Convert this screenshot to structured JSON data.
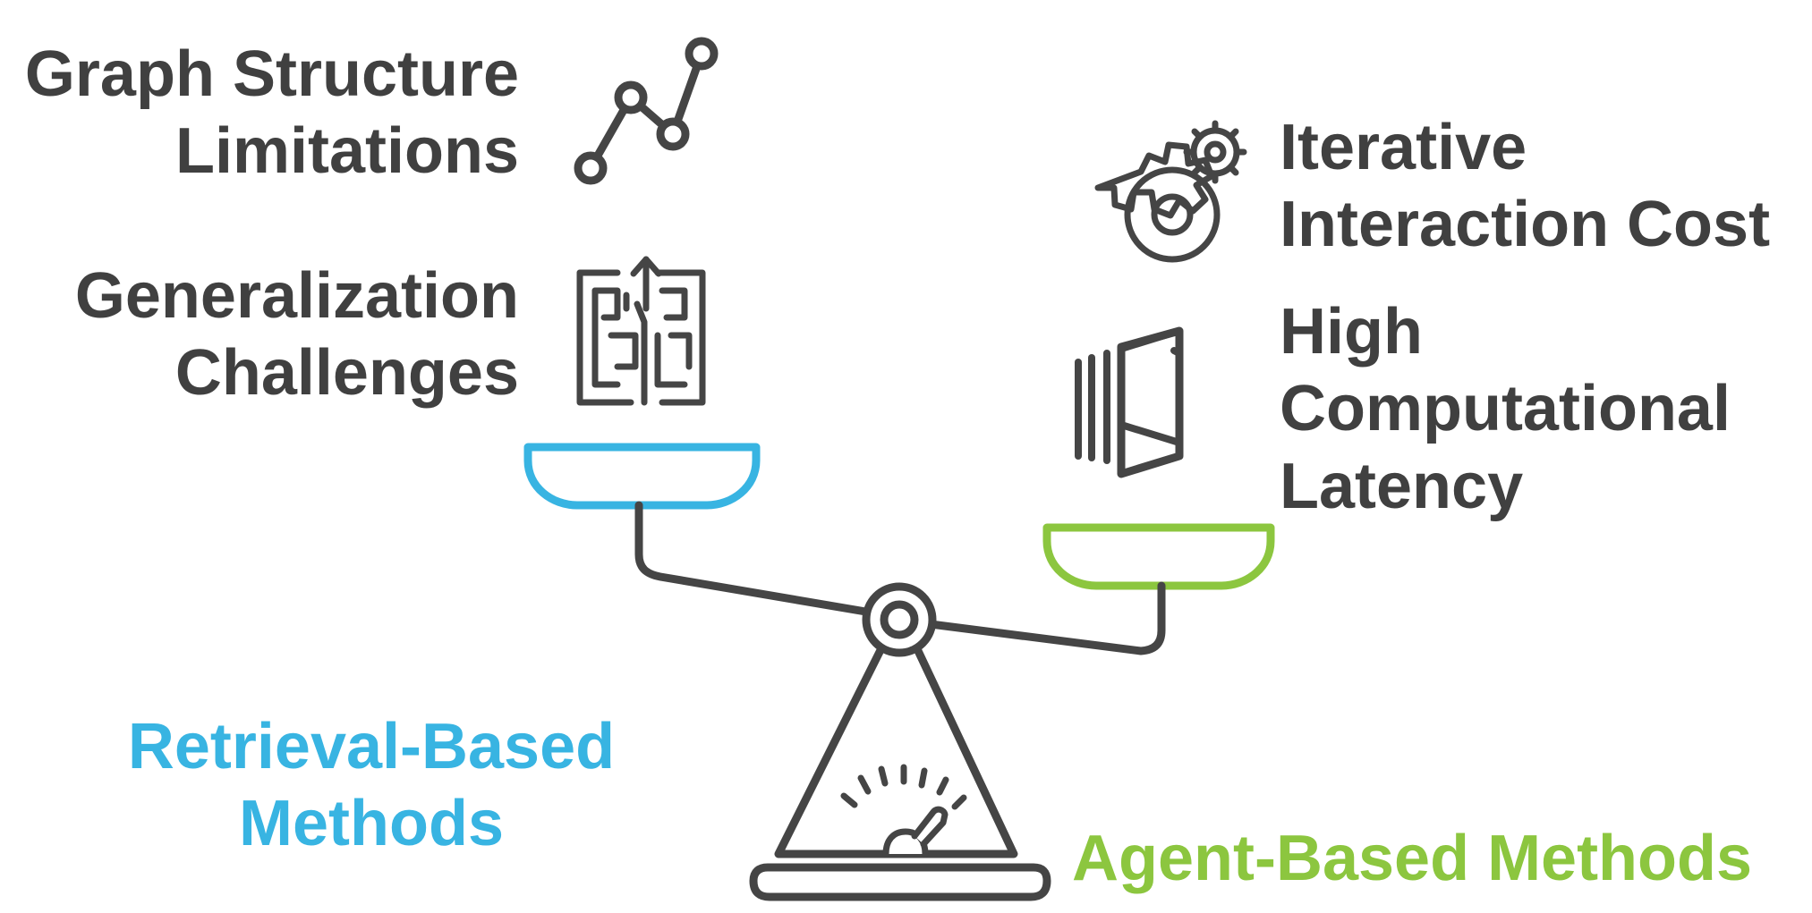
{
  "left_side": {
    "issues": [
      {
        "label": "Graph Structure\nLimitations",
        "icon": "line-chart-icon"
      },
      {
        "label": "Generalization\nChallenges",
        "icon": "maze-icon"
      }
    ],
    "method_label": "Retrieval-Based\nMethods",
    "accent": "#38b4e2"
  },
  "right_side": {
    "issues": [
      {
        "label": "Iterative\nInteraction Cost",
        "icon": "gears-icon"
      },
      {
        "label": "High\nComputational\nLatency",
        "icon": "motion-frames-icon"
      }
    ],
    "method_label": "Agent-Based Methods",
    "accent": "#8cc63f"
  },
  "colors": {
    "text": "#404040",
    "stroke": "#454545"
  }
}
